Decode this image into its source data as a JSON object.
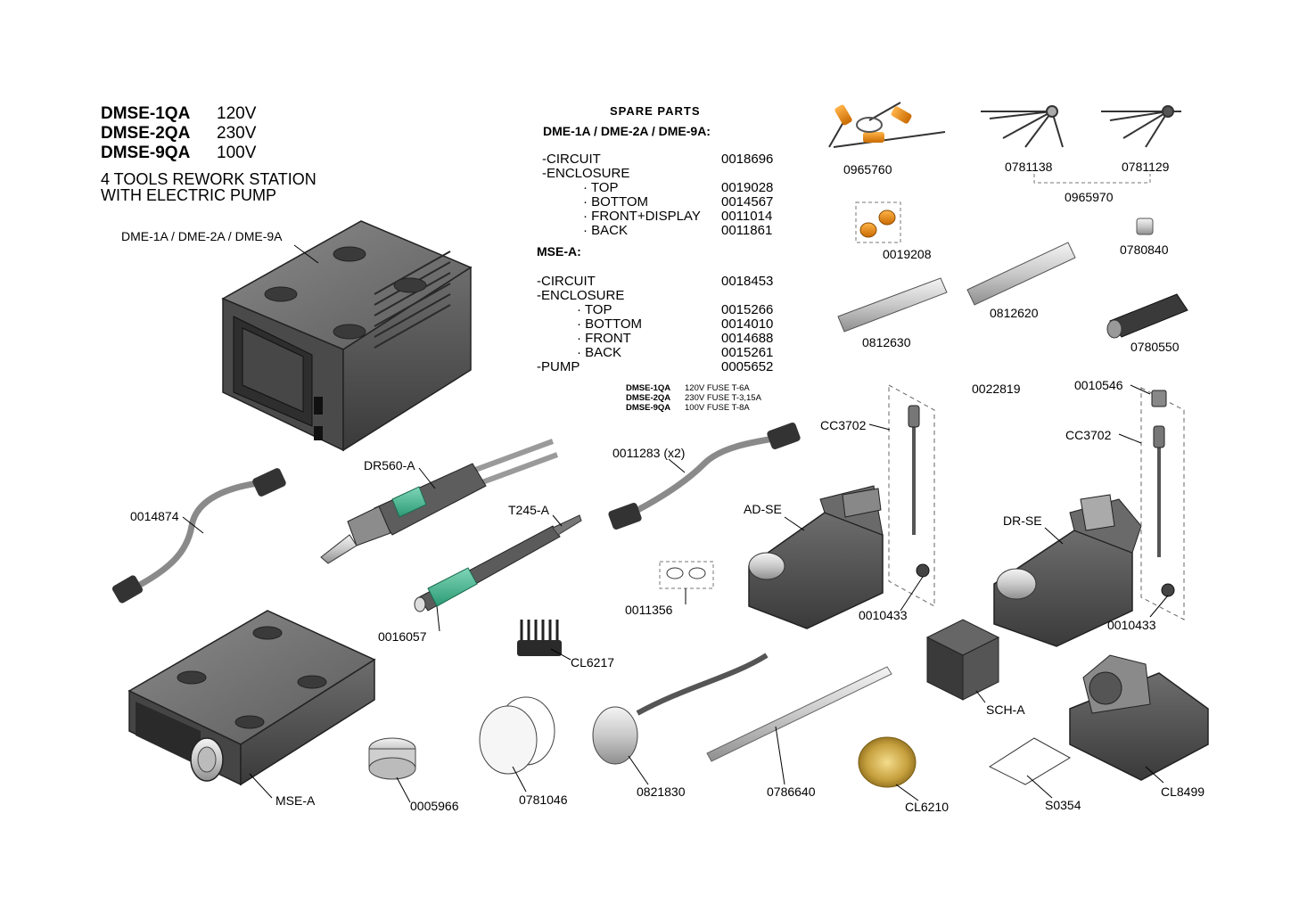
{
  "header": {
    "models": [
      {
        "code": "DMSE-1QA",
        "voltage": "120V"
      },
      {
        "code": "DMSE-2QA",
        "voltage": "230V"
      },
      {
        "code": "DMSE-9QA",
        "voltage": "100V"
      }
    ],
    "description_line1": "4 TOOLS REWORK STATION",
    "description_line2": "WITH ELECTRIC PUMP"
  },
  "spare_parts": {
    "title": "SPARE PARTS",
    "dme_header": "DME-1A / DME-2A / DME-9A:",
    "dme_rows": [
      {
        "name": "-CIRCUIT",
        "code": "0018696"
      },
      {
        "name": "-ENCLOSURE",
        "code": ""
      },
      {
        "name": "· TOP",
        "code": "0019028"
      },
      {
        "name": "· BOTTOM",
        "code": "0014567"
      },
      {
        "name": "· FRONT+DISPLAY",
        "code": "0011014"
      },
      {
        "name": "· BACK",
        "code": "0011861"
      }
    ],
    "mse_header": "MSE-A:",
    "mse_rows": [
      {
        "name": "-CIRCUIT",
        "code": "0018453"
      },
      {
        "name": "-ENCLOSURE",
        "code": ""
      },
      {
        "name": "· TOP",
        "code": "0015266"
      },
      {
        "name": "· BOTTOM",
        "code": "0014010"
      },
      {
        "name": "· FRONT",
        "code": "0014688"
      },
      {
        "name": "· BACK",
        "code": "0015261"
      },
      {
        "name": "-PUMP",
        "code": "0005652"
      }
    ],
    "fuses": [
      {
        "model": "DMSE-1QA",
        "text": "120V  FUSE  T-6A"
      },
      {
        "model": "DMSE-2QA",
        "text": "230V  FUSE  T-3,15A"
      },
      {
        "model": "DMSE-9QA",
        "text": "100V  FUSE  T-8A"
      }
    ]
  },
  "part_labels": {
    "dme": "DME-1A / DME-2A / DME-9A",
    "p0965760": "0965760",
    "p0781138": "0781138",
    "p0781129": "0781129",
    "p0965970": "0965970",
    "p0019208": "0019208",
    "p0780840": "0780840",
    "p0812620": "0812620",
    "p0812630": "0812630",
    "p0780550": "0780550",
    "p0022819": "0022819",
    "p0010546": "0010546",
    "cc3702_a": "CC3702",
    "cc3702_b": "CC3702",
    "dr560": "DR560-A",
    "p0011283": "0011283 (x2)",
    "p0014874": "0014874",
    "t245": "T245-A",
    "adse": "AD-SE",
    "drse": "DR-SE",
    "p0010433_a": "0010433",
    "p0010433_b": "0010433",
    "p0016057": "0016057",
    "p0011356": "0011356",
    "cl6217": "CL6217",
    "scha": "SCH-A",
    "msea": "MSE-A",
    "p0005966": "0005966",
    "p0781046": "0781046",
    "p0821830": "0821830",
    "p0786640": "0786640",
    "cl6210": "CL6210",
    "s0354": "S0354",
    "cl8499": "CL8499"
  }
}
